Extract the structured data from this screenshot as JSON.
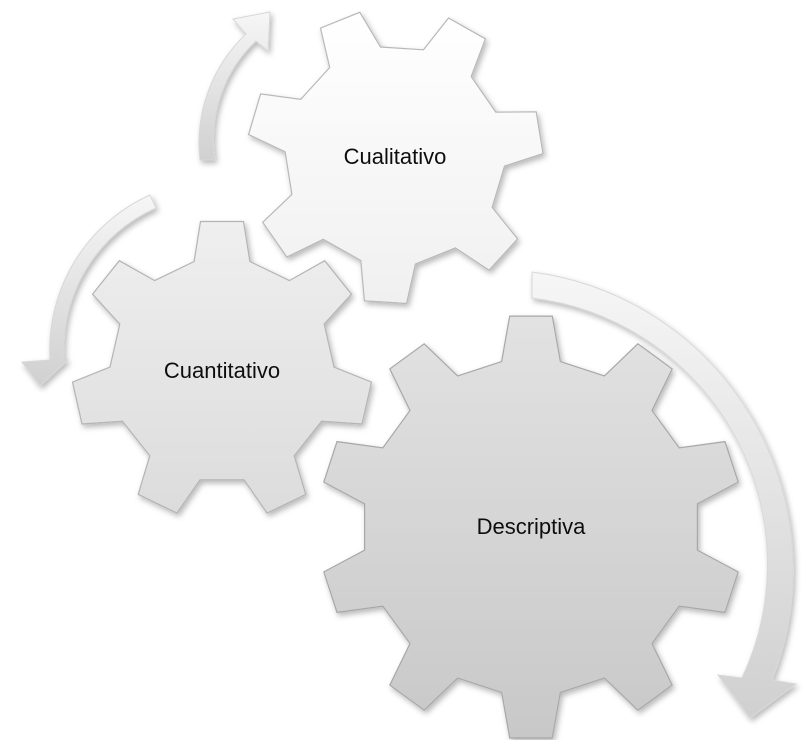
{
  "gears": {
    "cualitativo": {
      "label": "Cualitativo"
    },
    "cuantitativo": {
      "label": "Cuantitativo"
    },
    "descriptiva": {
      "label": "Descriptiva"
    }
  },
  "colors": {
    "gear_light": "#ffffff",
    "gear_mid": "#ececec",
    "gear_dark": "#cfcfcf",
    "gear_stroke": "#b0b0b0",
    "arrow_light": "#f2f2f2",
    "arrow_dark": "#cfcfcf"
  }
}
